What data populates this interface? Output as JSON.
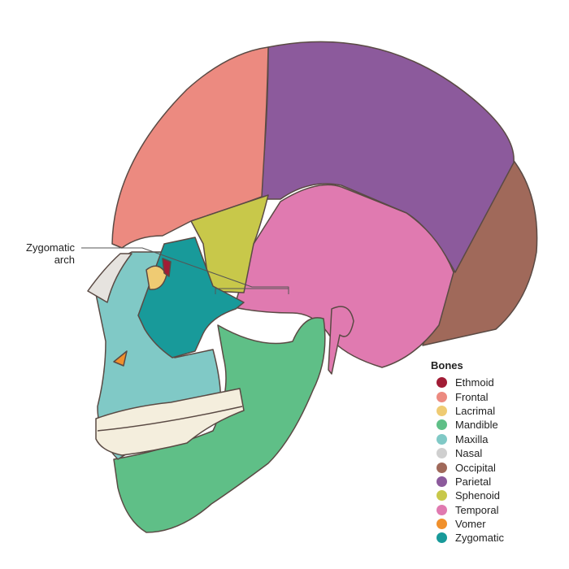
{
  "annotation": {
    "label_line1": "Zygomatic",
    "label_line2": "arch"
  },
  "legend": {
    "title": "Bones",
    "items": [
      {
        "label": "Ethmoid",
        "color": "#a11c35"
      },
      {
        "label": "Frontal",
        "color": "#ec8a80"
      },
      {
        "label": "Lacrimal",
        "color": "#efcb73"
      },
      {
        "label": "Mandible",
        "color": "#5fbf87"
      },
      {
        "label": "Maxilla",
        "color": "#80c9c6"
      },
      {
        "label": "Nasal",
        "color": "#cfcfcf"
      },
      {
        "label": "Occipital",
        "color": "#a0695a"
      },
      {
        "label": "Parietal",
        "color": "#8c5a9c"
      },
      {
        "label": "Sphenoid",
        "color": "#c8c84a"
      },
      {
        "label": "Temporal",
        "color": "#e07ab0"
      },
      {
        "label": "Vomer",
        "color": "#f0902c"
      },
      {
        "label": "Zygomatic",
        "color": "#189a9a"
      }
    ]
  }
}
